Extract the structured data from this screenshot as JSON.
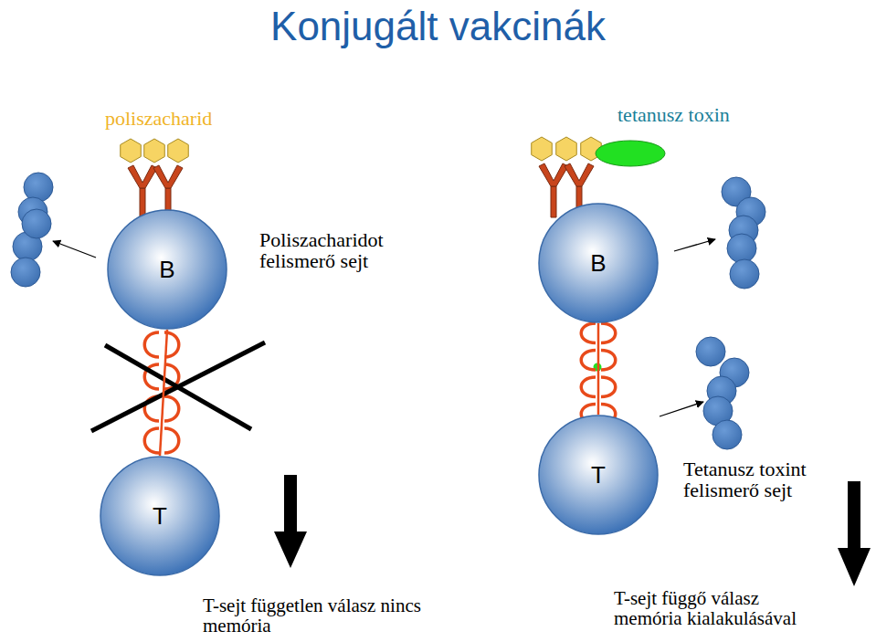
{
  "diagram": {
    "title": "Konjugált vakcinák",
    "nodes": [
      {
        "text": [
          "B"
        ]
      },
      {
        "text": [
          "T"
        ]
      },
      {
        "text": [
          "B"
        ]
      },
      {
        "text": [
          "T"
        ]
      }
    ],
    "edges": [
      {
        "from": 0,
        "to": 1,
        "arrow": "none"
      },
      {
        "from": 2,
        "to": 3,
        "arrow": "none"
      }
    ],
    "labels": [
      "poliszacharid",
      "tetanusz toxin",
      "Poliszacharidot felismerő sejt",
      "Tetanusz toxint felismerő sejt",
      "T-sejt független válasz nincs memória",
      "T-sejt függő válasz memória kialakulásával"
    ]
  }
}
